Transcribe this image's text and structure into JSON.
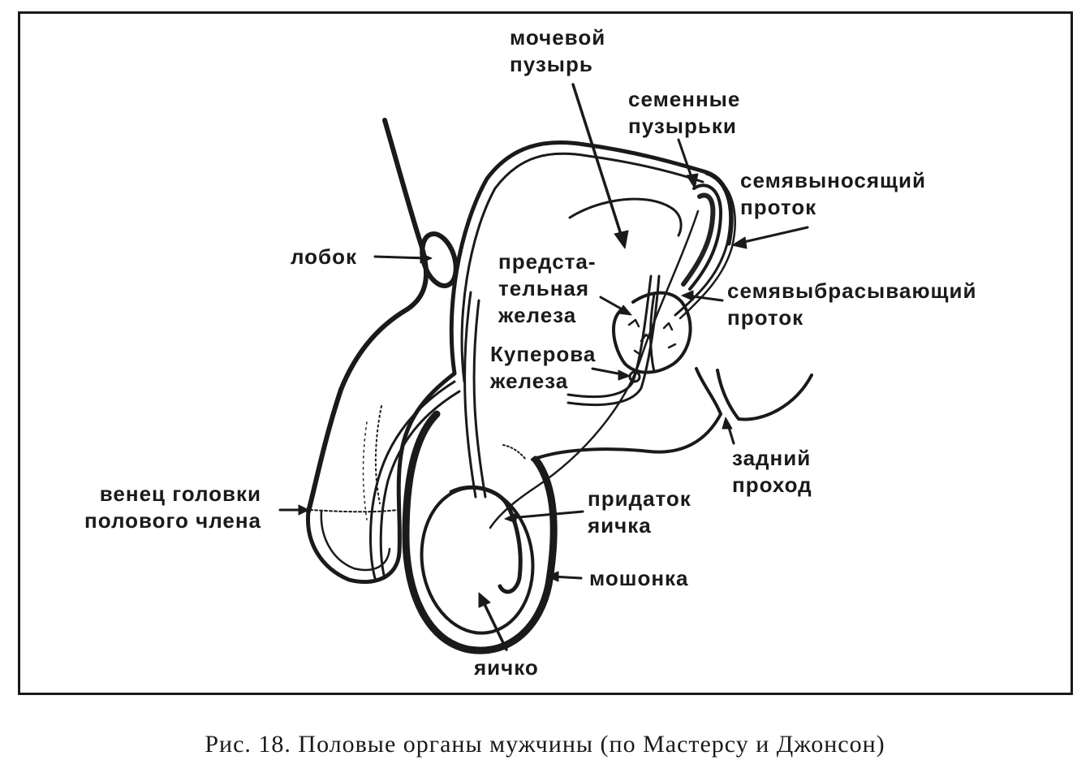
{
  "labels": {
    "bladder": [
      "мочевой",
      "пузырь"
    ],
    "seminal_vesicles": [
      "семенные",
      "пузырьки"
    ],
    "vas_deferens": [
      "семявыносящий",
      "проток"
    ],
    "pubis": [
      "лобок"
    ],
    "prostate": [
      "предста-",
      "тельная",
      "железа"
    ],
    "ejaculatory_duct": [
      "семявыбрасывающий",
      "проток"
    ],
    "cowper_gland": [
      "Куперова",
      "железа"
    ],
    "anus": [
      "задний",
      "проход"
    ],
    "corona": [
      "венец головки",
      "полового члена"
    ],
    "epididymis": [
      "придаток",
      "яичка"
    ],
    "scrotum": [
      "мошонка"
    ],
    "testis": [
      "яичко"
    ]
  },
  "caption": "Рис. 18. Половые органы мужчины (по Мастерсу и Джонсон)",
  "colors": {
    "ink": "#1a1a1a",
    "paper": "#ffffff"
  }
}
